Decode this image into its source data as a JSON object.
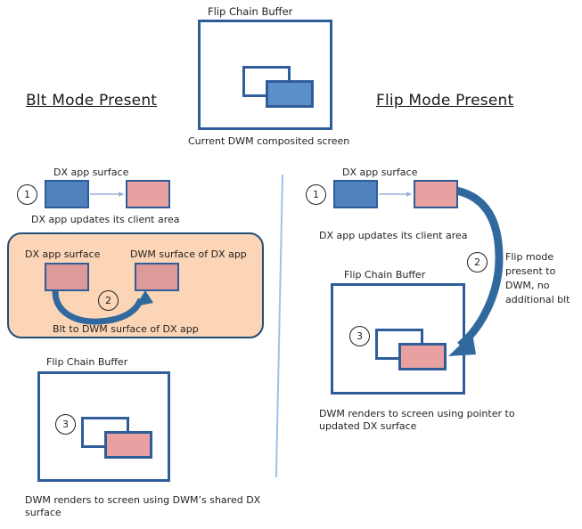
{
  "diagram": {
    "title_left": "Blt Mode Present",
    "title_right": "Flip Mode Present",
    "colors": {
      "window_border": "#2f5d99",
      "dx_surface_blue": "#4f81bd",
      "dwm_surface_pink": "#e8a0a0",
      "orange_panel_fill": "#fbd5b5",
      "orange_panel_border": "#1f4e79",
      "arrow_blue": "#31699e",
      "thin_arrow_blue": "#95b3d7",
      "divider_blue": "#9dc3e6"
    }
  },
  "top": {
    "buffer_label": "Flip Chain Buffer",
    "caption": "Current DWM composited screen"
  },
  "left_column": {
    "step1": {
      "number": "1",
      "surface_label": "DX app surface",
      "caption": "DX app updates its client area"
    },
    "step2": {
      "number": "2",
      "left_box_label": "DX app surface",
      "right_box_label": "DWM surface of DX app",
      "caption": "Blt to DWM surface of DX app"
    },
    "step3": {
      "number": "3",
      "buffer_label": "Flip Chain Buffer",
      "caption": "DWM renders to screen using DWM’s shared DX surface"
    }
  },
  "right_column": {
    "step1": {
      "number": "1",
      "surface_label": "DX app surface",
      "caption": "DX app updates its client area"
    },
    "step2": {
      "number": "2",
      "annotation": "Flip mode present to DWM, no additional blt"
    },
    "step3": {
      "number": "3",
      "buffer_label": "Flip Chain Buffer",
      "caption": "DWM renders to screen using pointer to updated DX surface"
    }
  }
}
